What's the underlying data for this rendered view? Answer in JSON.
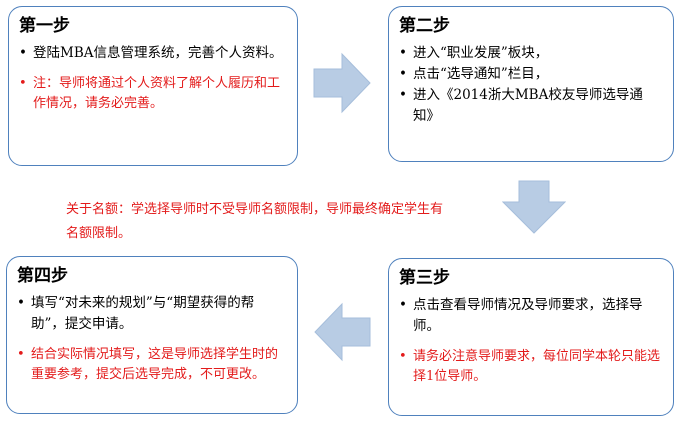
{
  "steps": [
    {
      "title": "第一步",
      "items": [
        "登陆MBA信息管理系统，完善个人资料。"
      ],
      "notes": [
        "注：导师将通过个人资料了解个人履历和工作情况，请务必完善。"
      ]
    },
    {
      "title": "第二步",
      "items": [
        "进入“职业发展”板块，",
        "点击“选导通知”栏目，",
        "进入《2014浙大MBA校友导师选导通知》"
      ],
      "notes": []
    },
    {
      "title": "第三步",
      "items": [
        "点击查看导师情况及导师要求，选择导师。"
      ],
      "notes": [
        "请务必注意导师要求，每位同学本轮只能选择1位导师。"
      ]
    },
    {
      "title": "第四步",
      "items": [
        "填写“对未来的规划”与“期望获得的帮助”，提交申请。"
      ],
      "notes": [
        "结合实际情况填写，这是导师选择学生时的重要参考，提交后选导完成，不可更改。"
      ]
    }
  ],
  "quota_note": "关于名额：学选择导师时不受导师名额限制，导师最终确定学生有名额限制。",
  "colors": {
    "border": "#4f81bd",
    "arrow_fill": "#b8cce4",
    "note_red": "#e31b1b"
  }
}
